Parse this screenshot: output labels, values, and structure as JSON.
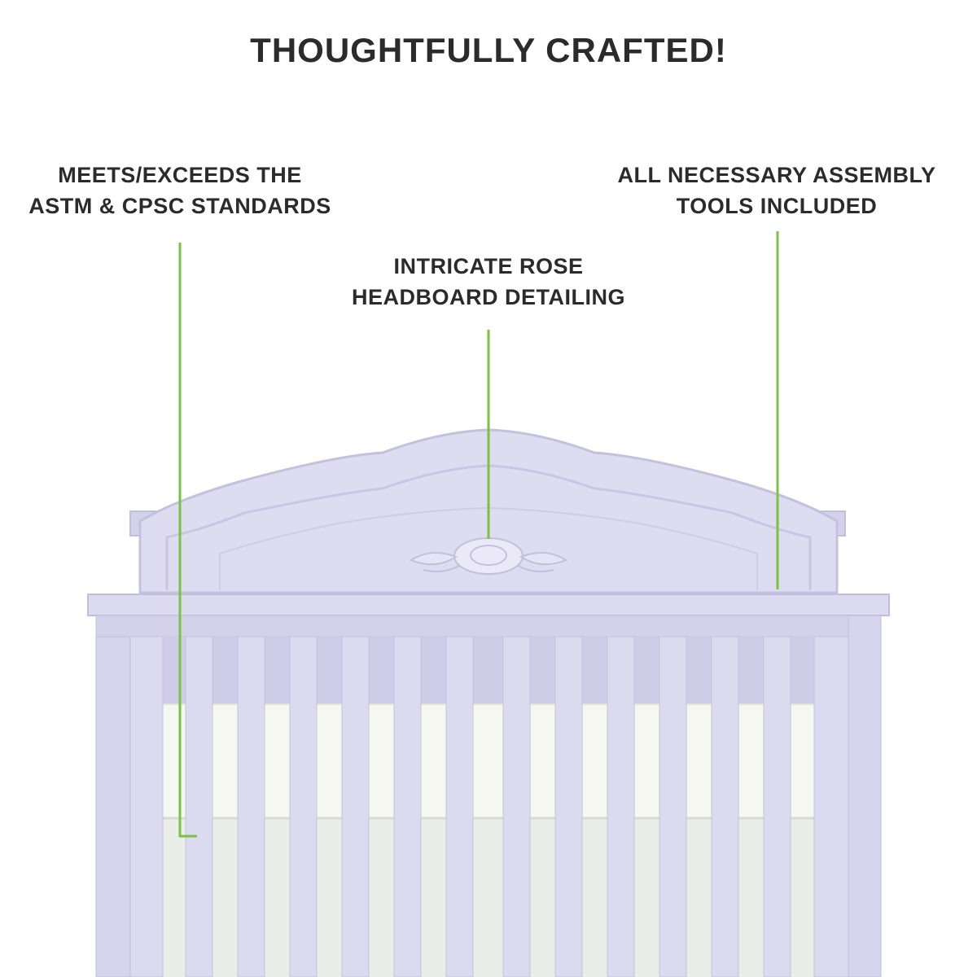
{
  "title": "THOUGHTFULLY CRAFTED!",
  "callouts": {
    "left": {
      "line1": "MEETS/EXCEEDS THE",
      "line2": "ASTM & CPSC STANDARDS"
    },
    "center": {
      "line1": "INTRICATE ROSE",
      "line2": "HEADBOARD DETAILING"
    },
    "right": {
      "line1": "ALL NECESSARY ASSEMBLY",
      "line2": "TOOLS INCLUDED"
    }
  },
  "colors": {
    "pointer_line": "#7cc242",
    "crib": "#d9d7ee",
    "crib_shade": "#c6c3e0",
    "mattress": "#f7f7f2",
    "text": "#2b2b2b"
  }
}
